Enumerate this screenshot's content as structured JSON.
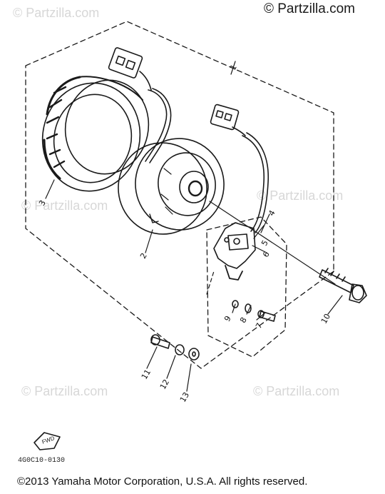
{
  "watermark": "© Partzilla.com",
  "header": {
    "copyright": "© Partzilla.com"
  },
  "footer": {
    "copyright": "©2013 Yamaha Motor Corporation, U.S.A. All rights reserved."
  },
  "diagram": {
    "part_code": "4G0C10-0130",
    "fwd_label": "FWD",
    "callouts": [
      "1",
      "2",
      "3",
      "4",
      "5",
      "6",
      "7",
      "8",
      "9",
      "10",
      "11",
      "12",
      "13"
    ]
  },
  "colors": {
    "line": "#1a1a1a",
    "watermark": "#d7d7d7"
  }
}
